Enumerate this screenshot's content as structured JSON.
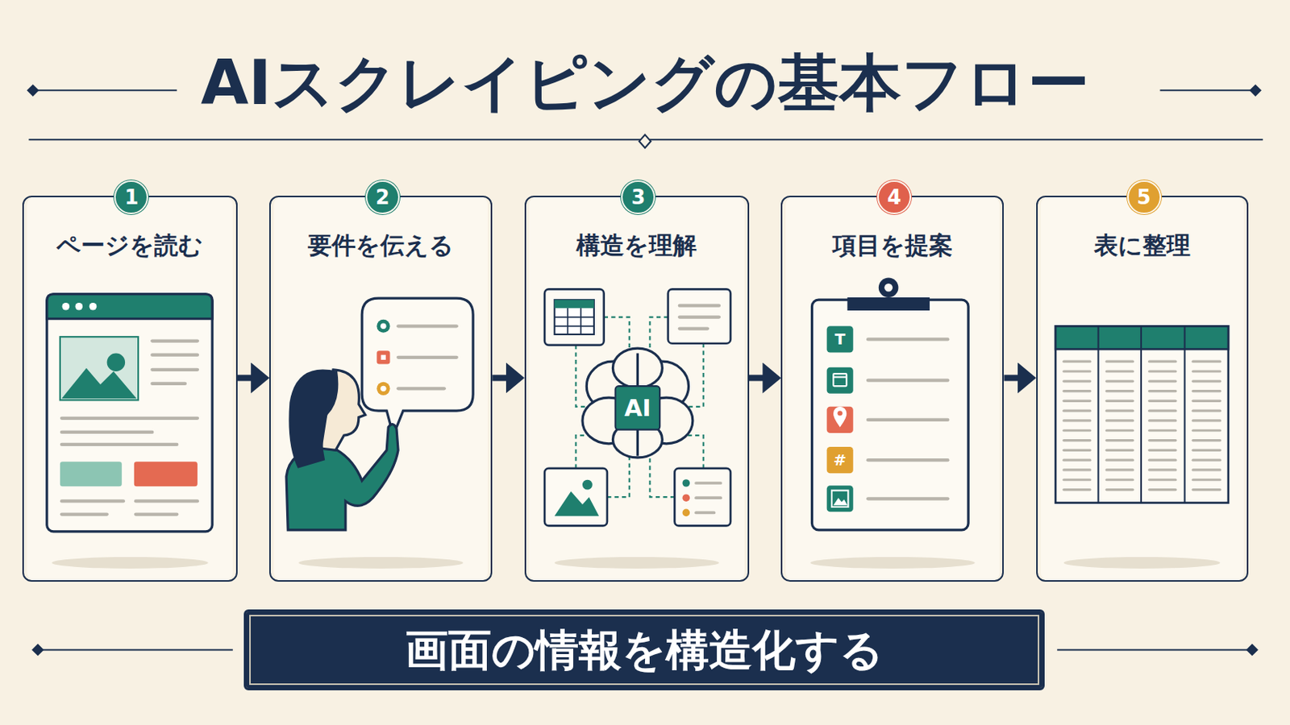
{
  "diagram": {
    "title": "AIスクレイピングの基本フロー",
    "nodes": [
      {
        "text": [
          "1",
          "ページを読む"
        ]
      },
      {
        "text": [
          "2",
          "要件を伝える"
        ]
      },
      {
        "text": [
          "3",
          "構造を理解"
        ]
      },
      {
        "text": [
          "4",
          "項目を提案"
        ]
      },
      {
        "text": [
          "5",
          "表に整理"
        ]
      },
      {
        "text": [
          "画面の情報を構造化する"
        ]
      }
    ],
    "edges": [
      {
        "from": 0,
        "to": 1,
        "arrow": "to"
      },
      {
        "from": 1,
        "to": 2,
        "arrow": "to"
      },
      {
        "from": 2,
        "to": 3,
        "arrow": "to"
      },
      {
        "from": 3,
        "to": 4,
        "arrow": "to"
      }
    ],
    "labels": [
      "AI",
      "T",
      "#"
    ]
  }
}
